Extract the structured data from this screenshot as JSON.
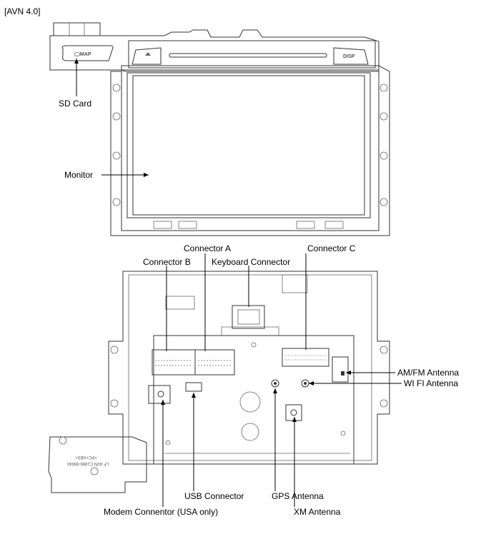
{
  "title": "[AVN 4.0]",
  "front_view": {
    "sd_button_label": "MAP",
    "disp_button_label": "DISP",
    "callouts": {
      "sd_card": "SD Card",
      "monitor": "Monitor"
    }
  },
  "rear_view": {
    "callouts": {
      "connector_a": "Connector A",
      "connector_b": "Connector B",
      "keyboard_connector": "Keyboard Connector",
      "connector_c": "Connector C",
      "am_fm_antenna": "AM/FM Antenna",
      "wifi_antenna": "WI FI Antenna",
      "usb_connector": "USB Connector",
      "gps_antenna": "GPS Antenna",
      "modem_connector": "Modem Connentor (USA only)",
      "xm_antenna": "XM Antenna"
    },
    "modem_label_line1": "LF AVN C1966 66040",
    "modem_label_line2": ">PC+ABS<"
  }
}
